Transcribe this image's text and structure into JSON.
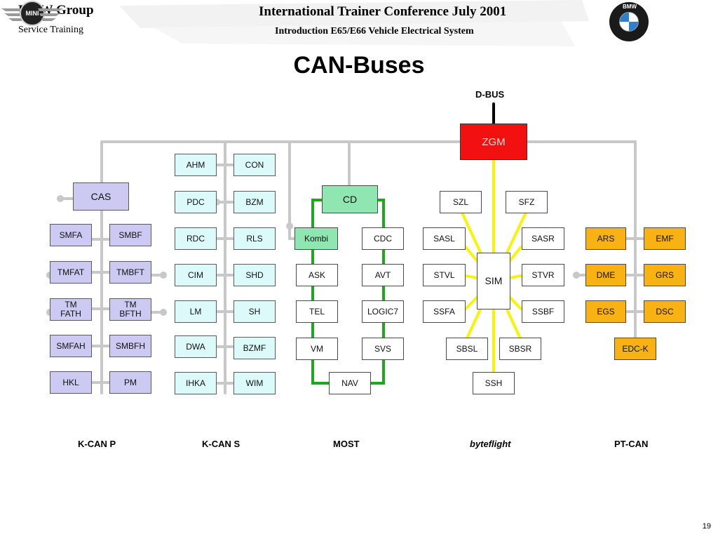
{
  "header": {
    "brand_title": "BMW Group",
    "brand_subtitle": "Service Training",
    "conference_title": "International Trainer Conference July 2001",
    "conference_subtitle": "Introduction E65/E66 Vehicle Electrical System",
    "bmw_logo_text": "BMW",
    "mini_logo_text": "MINI"
  },
  "slide": {
    "title": "CAN-Buses",
    "page_number": "19"
  },
  "colors": {
    "bus_gray": "#c8c8c8",
    "most_green": "#1ea81e",
    "byteflight_yellow": "#f5f50a",
    "dbus_black": "#000000",
    "kcan_p_fill": "#ccc9f2",
    "kcan_s_fill": "#ddfafa",
    "most_fill": "#8fe6b0",
    "ptcan_fill": "#f9b214",
    "zgm_fill": "#f21010"
  },
  "diagram": {
    "dbus_label": "D-BUS",
    "gateway": "ZGM",
    "bus_labels": {
      "kcan_p": "K-CAN P",
      "kcan_s": "K-CAN S",
      "most": "MOST",
      "byteflight": "byteflight",
      "ptcan": "PT-CAN"
    },
    "kcan_p": {
      "cas": "CAS",
      "left": [
        "SMFA",
        "TMFAT",
        "TM FATH",
        "SMFAH",
        "HKL"
      ],
      "right": [
        "SMBF",
        "TMBFT",
        "TM BFTH",
        "SMBFH",
        "PM"
      ]
    },
    "kcan_s": {
      "left": [
        "AHM",
        "PDC",
        "RDC",
        "CIM",
        "LM",
        "DWA",
        "IHKA"
      ],
      "right": [
        "CON",
        "BZM",
        "RLS",
        "SHD",
        "SH",
        "BZMF",
        "WIM"
      ]
    },
    "most": {
      "cd": "CD",
      "left": [
        "Kombi",
        "ASK",
        "TEL",
        "VM"
      ],
      "right": [
        "CDC",
        "AVT",
        "LOGIC7",
        "SVS"
      ],
      "bottom": "NAV"
    },
    "byteflight": {
      "center": "SIM",
      "top": [
        "SZL",
        "SFZ"
      ],
      "left": [
        "SASL",
        "STVL",
        "SSFA"
      ],
      "right": [
        "SASR",
        "STVR",
        "SSBF"
      ],
      "bottom_row": [
        "SBSL",
        "SBSR"
      ],
      "bottom": "SSH"
    },
    "ptcan": {
      "left": [
        "ARS",
        "DME",
        "EGS"
      ],
      "right": [
        "EMF",
        "GRS",
        "DSC"
      ],
      "bottom": "EDC-K"
    }
  }
}
